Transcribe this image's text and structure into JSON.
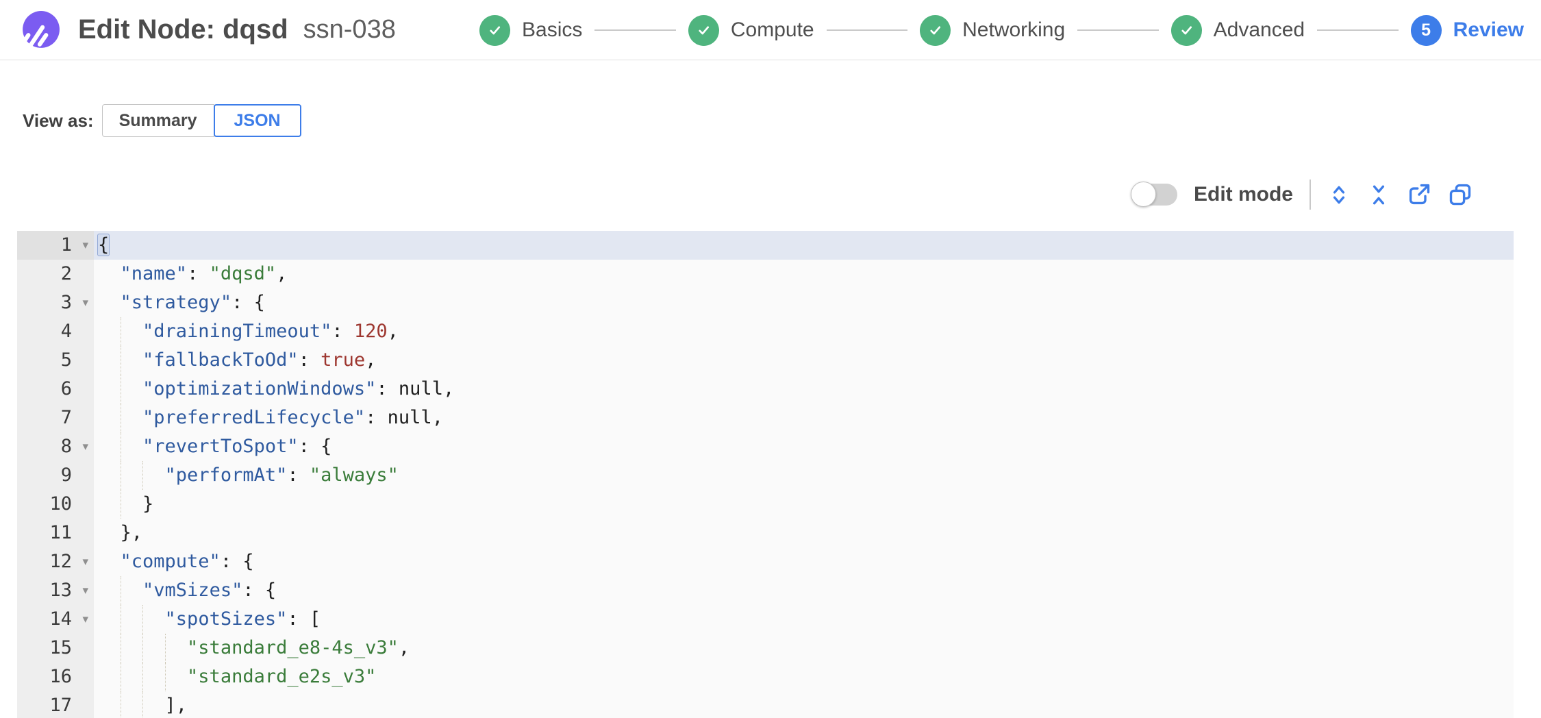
{
  "colors": {
    "accent_blue": "#3d7de9",
    "success_green": "#4fb47e",
    "brand_purple": "#7b5cf1",
    "json_key": "#2f5a9f",
    "json_string": "#3a7c3a",
    "json_number": "#9d362f",
    "active_line": "#e2e7f2"
  },
  "header": {
    "logo_icon": "spot-logo-icon",
    "title": "Edit Node: dqsd",
    "subtitle": "ssn-038",
    "steps": [
      {
        "label": "Basics",
        "state": "complete"
      },
      {
        "label": "Compute",
        "state": "complete"
      },
      {
        "label": "Networking",
        "state": "complete"
      },
      {
        "label": "Advanced",
        "state": "complete"
      },
      {
        "label": "Review",
        "state": "current",
        "number": "5"
      }
    ]
  },
  "view_as": {
    "label": "View as:",
    "options": [
      {
        "label": "Summary",
        "selected": false
      },
      {
        "label": "JSON",
        "selected": true
      }
    ]
  },
  "toolbar": {
    "edit_mode_label": "Edit mode",
    "edit_mode_on": false,
    "icons": [
      "expand-all-icon",
      "collapse-all-icon",
      "export-icon",
      "copy-icon"
    ]
  },
  "editor": {
    "language": "json",
    "active_line": 1,
    "lines": [
      {
        "num": 1,
        "fold": true,
        "active": true,
        "tokens": [
          [
            "pb",
            "{"
          ]
        ]
      },
      {
        "num": 2,
        "tokens": [
          [
            "w",
            "  "
          ],
          [
            "k",
            "\"name\""
          ],
          [
            "p",
            ": "
          ],
          [
            "s",
            "\"dqsd\""
          ],
          [
            "p",
            ","
          ]
        ]
      },
      {
        "num": 3,
        "fold": true,
        "tokens": [
          [
            "w",
            "  "
          ],
          [
            "k",
            "\"strategy\""
          ],
          [
            "p",
            ": {"
          ]
        ]
      },
      {
        "num": 4,
        "tokens": [
          [
            "w",
            "    "
          ],
          [
            "k",
            "\"drainingTimeout\""
          ],
          [
            "p",
            ": "
          ],
          [
            "n",
            "120"
          ],
          [
            "p",
            ","
          ]
        ]
      },
      {
        "num": 5,
        "tokens": [
          [
            "w",
            "    "
          ],
          [
            "k",
            "\"fallbackToOd\""
          ],
          [
            "p",
            ": "
          ],
          [
            "b",
            "true"
          ],
          [
            "p",
            ","
          ]
        ]
      },
      {
        "num": 6,
        "tokens": [
          [
            "w",
            "    "
          ],
          [
            "k",
            "\"optimizationWindows\""
          ],
          [
            "p",
            ": "
          ],
          [
            "u",
            "null"
          ],
          [
            "p",
            ","
          ]
        ]
      },
      {
        "num": 7,
        "tokens": [
          [
            "w",
            "    "
          ],
          [
            "k",
            "\"preferredLifecycle\""
          ],
          [
            "p",
            ": "
          ],
          [
            "u",
            "null"
          ],
          [
            "p",
            ","
          ]
        ]
      },
      {
        "num": 8,
        "fold": true,
        "tokens": [
          [
            "w",
            "    "
          ],
          [
            "k",
            "\"revertToSpot\""
          ],
          [
            "p",
            ": {"
          ]
        ]
      },
      {
        "num": 9,
        "tokens": [
          [
            "w",
            "      "
          ],
          [
            "k",
            "\"performAt\""
          ],
          [
            "p",
            ": "
          ],
          [
            "s",
            "\"always\""
          ]
        ]
      },
      {
        "num": 10,
        "tokens": [
          [
            "w",
            "    "
          ],
          [
            "p",
            "}"
          ]
        ]
      },
      {
        "num": 11,
        "tokens": [
          [
            "w",
            "  "
          ],
          [
            "p",
            "},"
          ]
        ]
      },
      {
        "num": 12,
        "fold": true,
        "tokens": [
          [
            "w",
            "  "
          ],
          [
            "k",
            "\"compute\""
          ],
          [
            "p",
            ": {"
          ]
        ]
      },
      {
        "num": 13,
        "fold": true,
        "tokens": [
          [
            "w",
            "    "
          ],
          [
            "k",
            "\"vmSizes\""
          ],
          [
            "p",
            ": {"
          ]
        ]
      },
      {
        "num": 14,
        "fold": true,
        "tokens": [
          [
            "w",
            "      "
          ],
          [
            "k",
            "\"spotSizes\""
          ],
          [
            "p",
            ": ["
          ]
        ]
      },
      {
        "num": 15,
        "tokens": [
          [
            "w",
            "        "
          ],
          [
            "s",
            "\"standard_e8-4s_v3\""
          ],
          [
            "p",
            ","
          ]
        ]
      },
      {
        "num": 16,
        "tokens": [
          [
            "w",
            "        "
          ],
          [
            "s",
            "\"standard_e2s_v3\""
          ]
        ]
      },
      {
        "num": 17,
        "tokens": [
          [
            "w",
            "      "
          ],
          [
            "p",
            "],"
          ]
        ]
      }
    ]
  }
}
